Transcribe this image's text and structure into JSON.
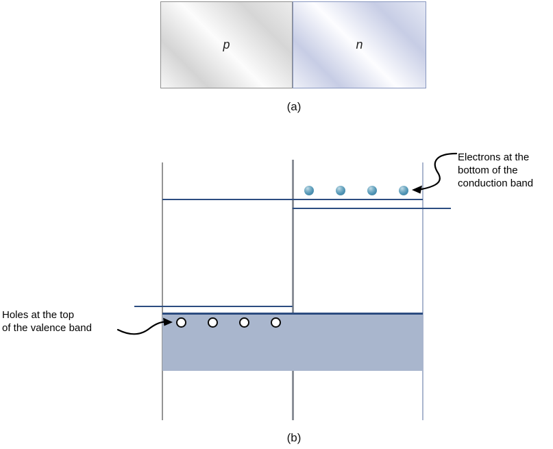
{
  "panel_a": {
    "caption": "(a)",
    "p_label": "p",
    "n_label": "n"
  },
  "panel_b": {
    "caption": "(b)",
    "electron_annotation": [
      "Electrons at the",
      "bottom of the",
      "conduction band"
    ],
    "hole_annotation": [
      "Holes at the top",
      "of the valence band"
    ],
    "electron_count": 4,
    "hole_count": 4
  },
  "colors": {
    "band_line": "#2b4c80",
    "valence_fill": "#a9b6cd",
    "electron_fill": "#4e93b4",
    "hole_fill": "#ffffff",
    "left_line": "#949494",
    "mid_line": "#8a8f97",
    "right_line": "#aab6ce",
    "p_border": "#8d8d8d",
    "n_border": "#8796bf",
    "arrow": "#000000"
  }
}
